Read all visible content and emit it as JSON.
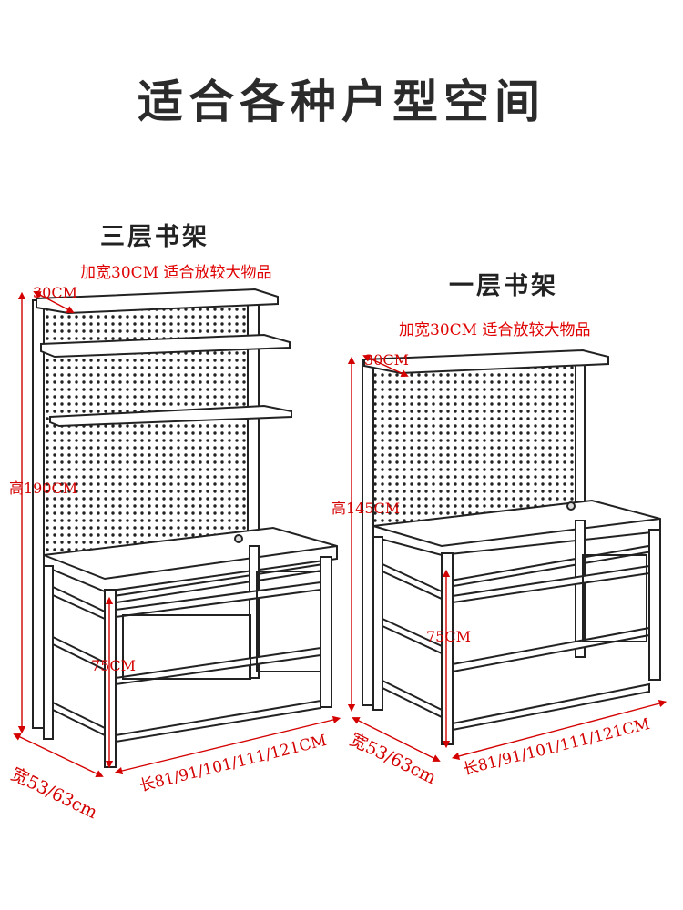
{
  "title": "适合各种户型空间",
  "left_unit": {
    "name": "三层书架",
    "note": "加宽30CM 适合放较大物品",
    "shelf_depth": "30CM",
    "height": "高190CM",
    "desk_height": "75CM",
    "width": "宽53/63cm",
    "length": "长81/91/101/111/121CM"
  },
  "right_unit": {
    "name": "一层书架",
    "note": "加宽30CM 适合放较大物品",
    "shelf_depth": "30CM",
    "height": "高145CM",
    "desk_height": "75CM",
    "width": "宽53/63cm",
    "length": "长81/91/101/111/121CM"
  }
}
